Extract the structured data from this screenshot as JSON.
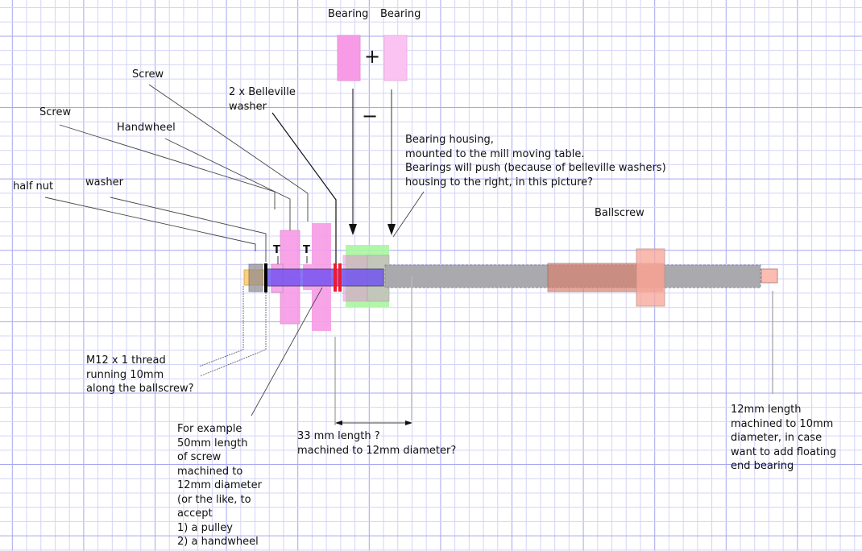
{
  "diagram": {
    "title": "Ballscrew end support sketch",
    "labels": {
      "bearing_left": "Bearing",
      "bearing_right": "Bearing",
      "plus": "+",
      "minus": "−",
      "screw_top": "Screw",
      "screw_left": "Screw",
      "handwheel": "Handwheel",
      "belleville": "2 x Belleville\nwasher",
      "half_nut": "half nut",
      "washer": "washer",
      "housing_note": "Bearing housing,\nmounted to the mill moving table.\nBearings will push (because of belleville washers)\nhousing to the right, in this picture?",
      "ballscrew": "Ballscrew",
      "thread_note": "M12 x 1 thread\nrunning 10mm\nalong the ballscrew?",
      "example_note": "For example\n50mm length\nof screw\nmachined to\n12mm diameter\n(or the like, to\naccept\n1) a pulley\n2) a handwheel",
      "length_note": "33 mm length ?\nmachined to 12mm diameter?",
      "end_note": "12mm length\nmachined to 10mm\ndiameter, in case\nwant to add floating\nend bearing",
      "screw_marker_1": "T",
      "screw_marker_2": "T"
    },
    "colors": {
      "grid_minor": "#d4d4f7",
      "grid_major": "#a6a6ee",
      "bearing_dark": "#f79be6",
      "bearing_light": "#fbc3f1",
      "shaft_blue": "#6a4cf2",
      "housing_green": "#a8f5a0",
      "ballscrew_gray": "#a9a9ae",
      "nut_salmon": "#f8a99c",
      "half_nut_orange": "#fcd07a",
      "belleville_red": "#f0192e"
    }
  }
}
